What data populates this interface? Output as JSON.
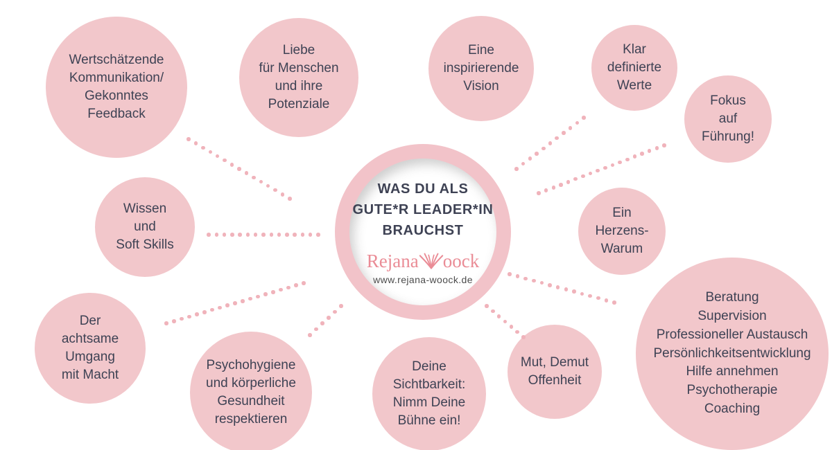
{
  "center": {
    "title": "WAS DU ALS\nGUTE*R LEADER*IN\nBRAUCHST",
    "brand": {
      "prefix": "Rejana",
      "suffix": "oock",
      "website": "www.rejana-woock.de"
    }
  },
  "bubbles": {
    "wertschaetzende": {
      "text": "Wertschätzende\nKommunikation/\nGekonntes\nFeedback"
    },
    "liebe": {
      "text": "Liebe\nfür Menschen\nund ihre\nPotenziale"
    },
    "vision": {
      "text": "Eine\ninspirierende\nVision"
    },
    "werte": {
      "text": "Klar\ndefinierte\nWerte"
    },
    "fokus": {
      "text": "Fokus\nauf\nFührung!"
    },
    "wissen": {
      "text": "Wissen\nund\nSoft Skills"
    },
    "herzens": {
      "text": "Ein\nHerzens-\nWarum"
    },
    "achtsam": {
      "text": "Der\nachtsame\nUmgang\nmit Macht"
    },
    "psychohygiene": {
      "text": "Psychohygiene\nund körperliche\nGesundheit\nrespektieren"
    },
    "sichtbarkeit": {
      "text": "Deine\nSichtbarkeit:\nNimm Deine\nBühne ein!"
    },
    "mut": {
      "text": "Mut, Demut\nOffenheit"
    },
    "beratung": {
      "text": "Beratung\nSupervision\nProfessioneller Austausch\nPersönlichkeitsentwicklung\nHilfe annehmen\nPsychotherapie\nCoaching"
    }
  },
  "connections": [
    "wertschaetzende",
    "wissen",
    "achtsam",
    "psychohygiene",
    "werte",
    "fokus",
    "beratung",
    "mut"
  ],
  "colors": {
    "bubble_pink": "#f2c7cb",
    "dot_pink": "#f0b3bb",
    "text_ink": "#3e4254",
    "brand_pink": "#ea8c96"
  }
}
